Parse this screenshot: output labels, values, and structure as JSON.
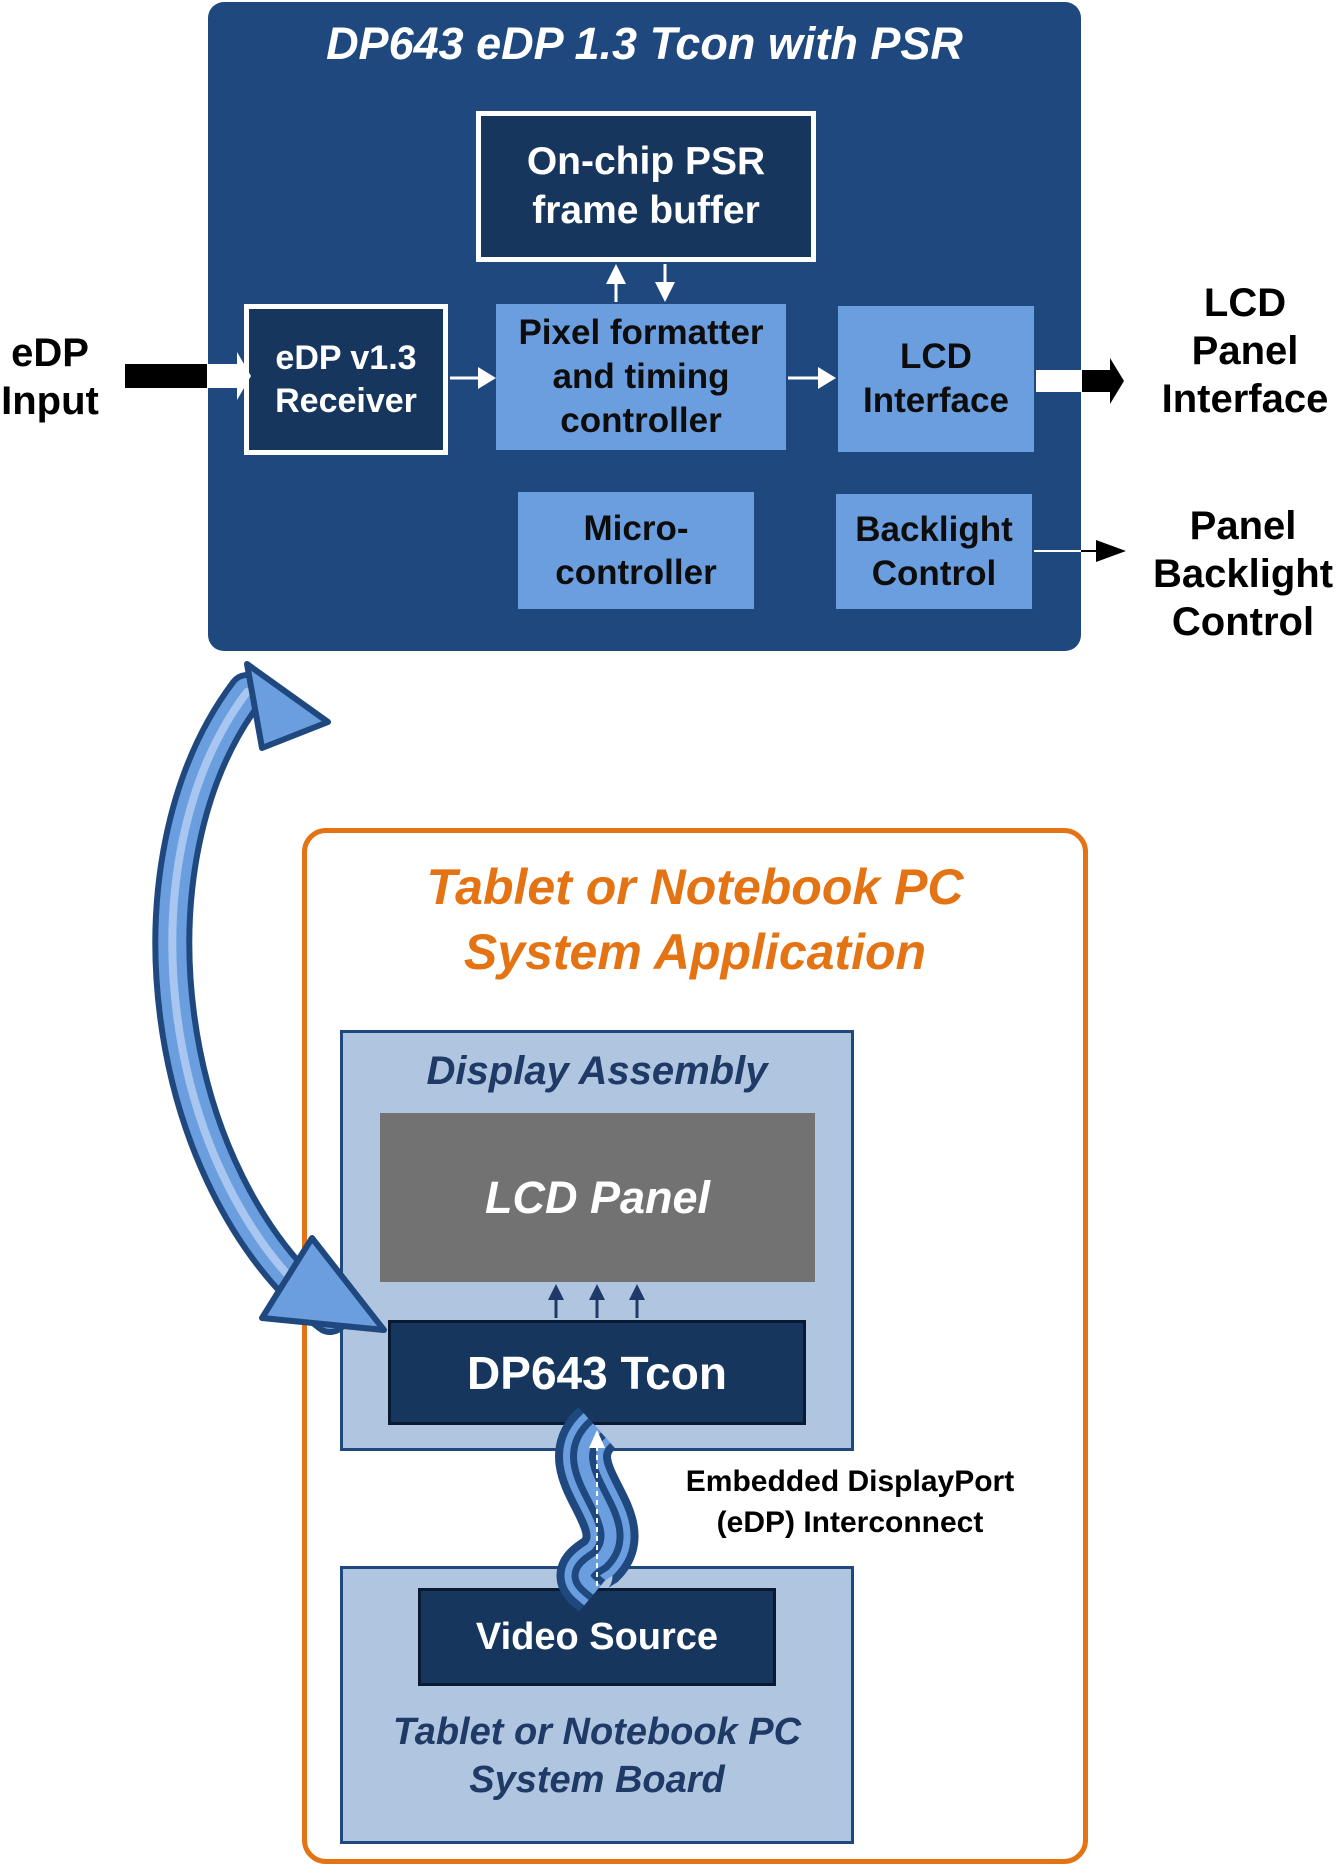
{
  "chip": {
    "title": "DP643 eDP 1.3 Tcon with PSR",
    "psr_buffer": "On-chip PSR\nframe buffer",
    "receiver": "eDP v1.3\nReceiver",
    "pixel_formatter": "Pixel formatter\nand timing\ncontroller",
    "lcd_interface": "LCD\nInterface",
    "microcontroller": "Micro-\ncontroller",
    "backlight_control": "Backlight\nControl"
  },
  "external": {
    "edp_input": "eDP\nInput",
    "lcd_panel_interface": "LCD\nPanel\nInterface",
    "panel_backlight_control": "Panel\nBacklight\nControl"
  },
  "application": {
    "title": "Tablet or Notebook PC\nSystem Application",
    "display_assembly": "Display Assembly",
    "lcd_panel": "LCD Panel",
    "tcon": "DP643 Tcon",
    "interconnect": "Embedded DisplayPort\n(eDP) Interconnect",
    "video_source": "Video Source",
    "system_board": "Tablet or Notebook PC\nSystem Board"
  },
  "colors": {
    "chip_bg": "#1f487f",
    "dark_block": "#16365e",
    "light_block": "#6b9edf",
    "orange": "#e47314",
    "panel_bg": "#b0c6e0",
    "lcd_gray": "#727272"
  }
}
